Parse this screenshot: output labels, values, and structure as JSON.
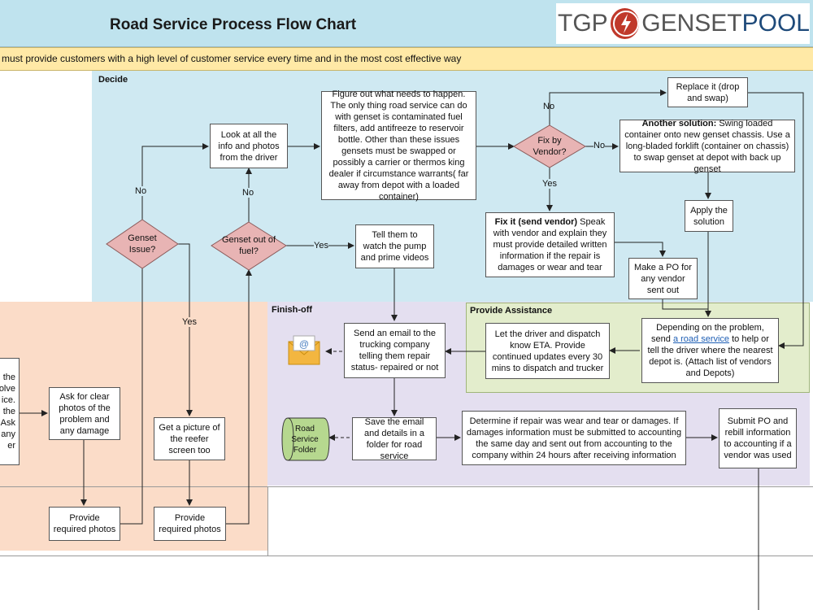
{
  "header": {
    "title": "Road Service Process Flow Chart",
    "logo_left": "TGP",
    "logo_right_a": "GENSET",
    "logo_right_b": "POOL",
    "mission": "must provide customers with a high level of customer service every time and in the most cost effective way"
  },
  "lanes": {
    "decide": "Decide",
    "finish": "Finish-off",
    "assist": "Provide Assistance"
  },
  "nodes": {
    "look_info": "Look at all the info and photos from the driver",
    "figure_out": "Figure out what needs to happen. The only thing road service can do with genset is contaminated fuel filters, add antifreeze to reservoir bottle. Other than these issues gensets must be swapped or possibly a carrier or thermos king dealer if circumstance warrants( far away from depot with a loaded container)",
    "fix_vendor": "Fix by Vendor?",
    "replace": "Replace it (drop and swap)",
    "another_bold": "Another solution:",
    "another_rest": " Swing loaded container onto new genset chassis. Use a long-bladed forklift (container on chassis) to swap genset at depot with back up genset",
    "apply": "Apply the solution",
    "genset_issue": "Genset Issue?",
    "genset_fuel": "Genset out of fuel?",
    "tell_them": "Tell them to watch the pump and prime videos",
    "fixit_bold": "Fix it (send vendor)",
    "fixit_rest": " Speak with vendor and explain they must provide detailed written information if the repair is damages or wear and tear",
    "make_po": "Make a PO for any vendor sent out",
    "depending_a": "Depending on the problem, send ",
    "depending_link": "a road service",
    "depending_b": "  to help or tell the driver where the nearest depot is. (Attach list of vendors and Depots)",
    "let_driver": "Let the driver and dispatch know ETA. Provide continued updates every 30 mins to dispatch and trucker",
    "send_email": "Send an email to the trucking company telling them repair status- repaired or not",
    "save_email": "Save the email and details in a folder for road service",
    "folder": "Road Service Folder",
    "determine": "Determine if repair was wear and tear or damages. If damages information must be submitted to accounting the same day and sent out from accounting to the company within 24 hours after receiving information",
    "submit_po": "Submit PO and rebill information to accounting if a vendor was used",
    "ask_clear": "Ask for clear photos of the problem and any damage",
    "get_picture": "Get a picture of the reefer screen too",
    "provide1": "Provide required photos",
    "provide2": "Provide required photos",
    "partial": "the\nolve\nice.\nthe\nAsk\nany\ner"
  },
  "edge_labels": {
    "no_top": "No",
    "no_right": "No",
    "yes_down": "Yes",
    "no_issue": "No",
    "no_fuel": "No",
    "yes_fuel": "Yes",
    "yes_issue": "Yes"
  },
  "colors": {
    "header_bg": "#bfe3ee",
    "banner_bg": "#ffe9a6",
    "decide_bg": "#cfe9f2",
    "orange_bg": "#fbdcc8",
    "purple_bg": "#e4dff0",
    "green_bg": "#e3edcc",
    "diamond_fill": "#e8b4b4",
    "folder_fill": "#b6d88f",
    "logo_red": "#c0392b"
  }
}
